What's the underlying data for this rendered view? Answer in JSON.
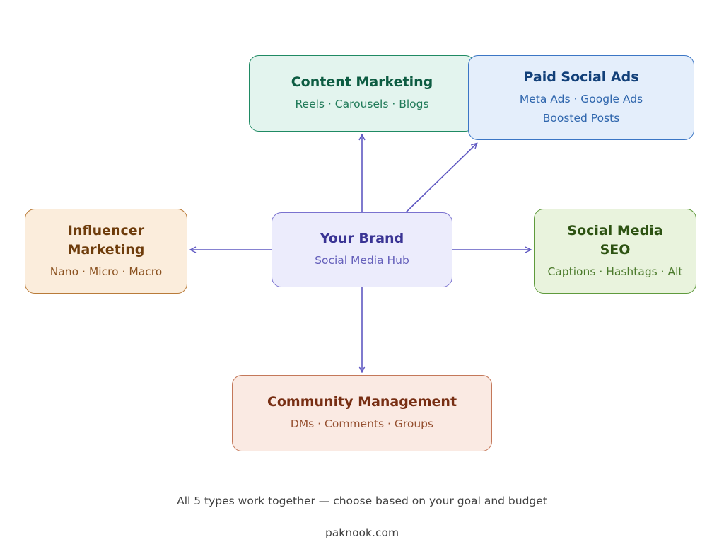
{
  "nodes": {
    "content": {
      "title": "Content Marketing",
      "sub": [
        "Reels · Carousels · Blogs"
      ]
    },
    "paid": {
      "title": "Paid Social Ads",
      "sub": [
        "Meta Ads · Google Ads",
        "Boosted Posts"
      ]
    },
    "influencer": {
      "title": [
        "Influencer",
        "Marketing"
      ],
      "sub": [
        "Nano · Micro · Macro"
      ]
    },
    "brand": {
      "title": "Your Brand",
      "sub": [
        "Social Media Hub"
      ]
    },
    "seo": {
      "title": [
        "Social Media",
        "SEO"
      ],
      "sub": [
        "Captions · Hashtags · Alt"
      ]
    },
    "community": {
      "title": "Community Management",
      "sub": [
        "DMs · Comments · Groups"
      ]
    }
  },
  "edges": [
    {
      "from": "brand",
      "to": "content"
    },
    {
      "from": "brand",
      "to": "paid"
    },
    {
      "from": "brand",
      "to": "influencer"
    },
    {
      "from": "brand",
      "to": "seo"
    },
    {
      "from": "brand",
      "to": "community"
    }
  ],
  "caption": "All 5 types work together — choose based on your goal and budget",
  "footer": "paknook.com",
  "colors": {
    "arrow": "#5f58c2",
    "content": "#1f8a63",
    "paid": "#3b76c5",
    "influencer": "#b97b39",
    "brand": "#7a72cf",
    "seo": "#5f9a3c",
    "community": "#c4785a"
  }
}
